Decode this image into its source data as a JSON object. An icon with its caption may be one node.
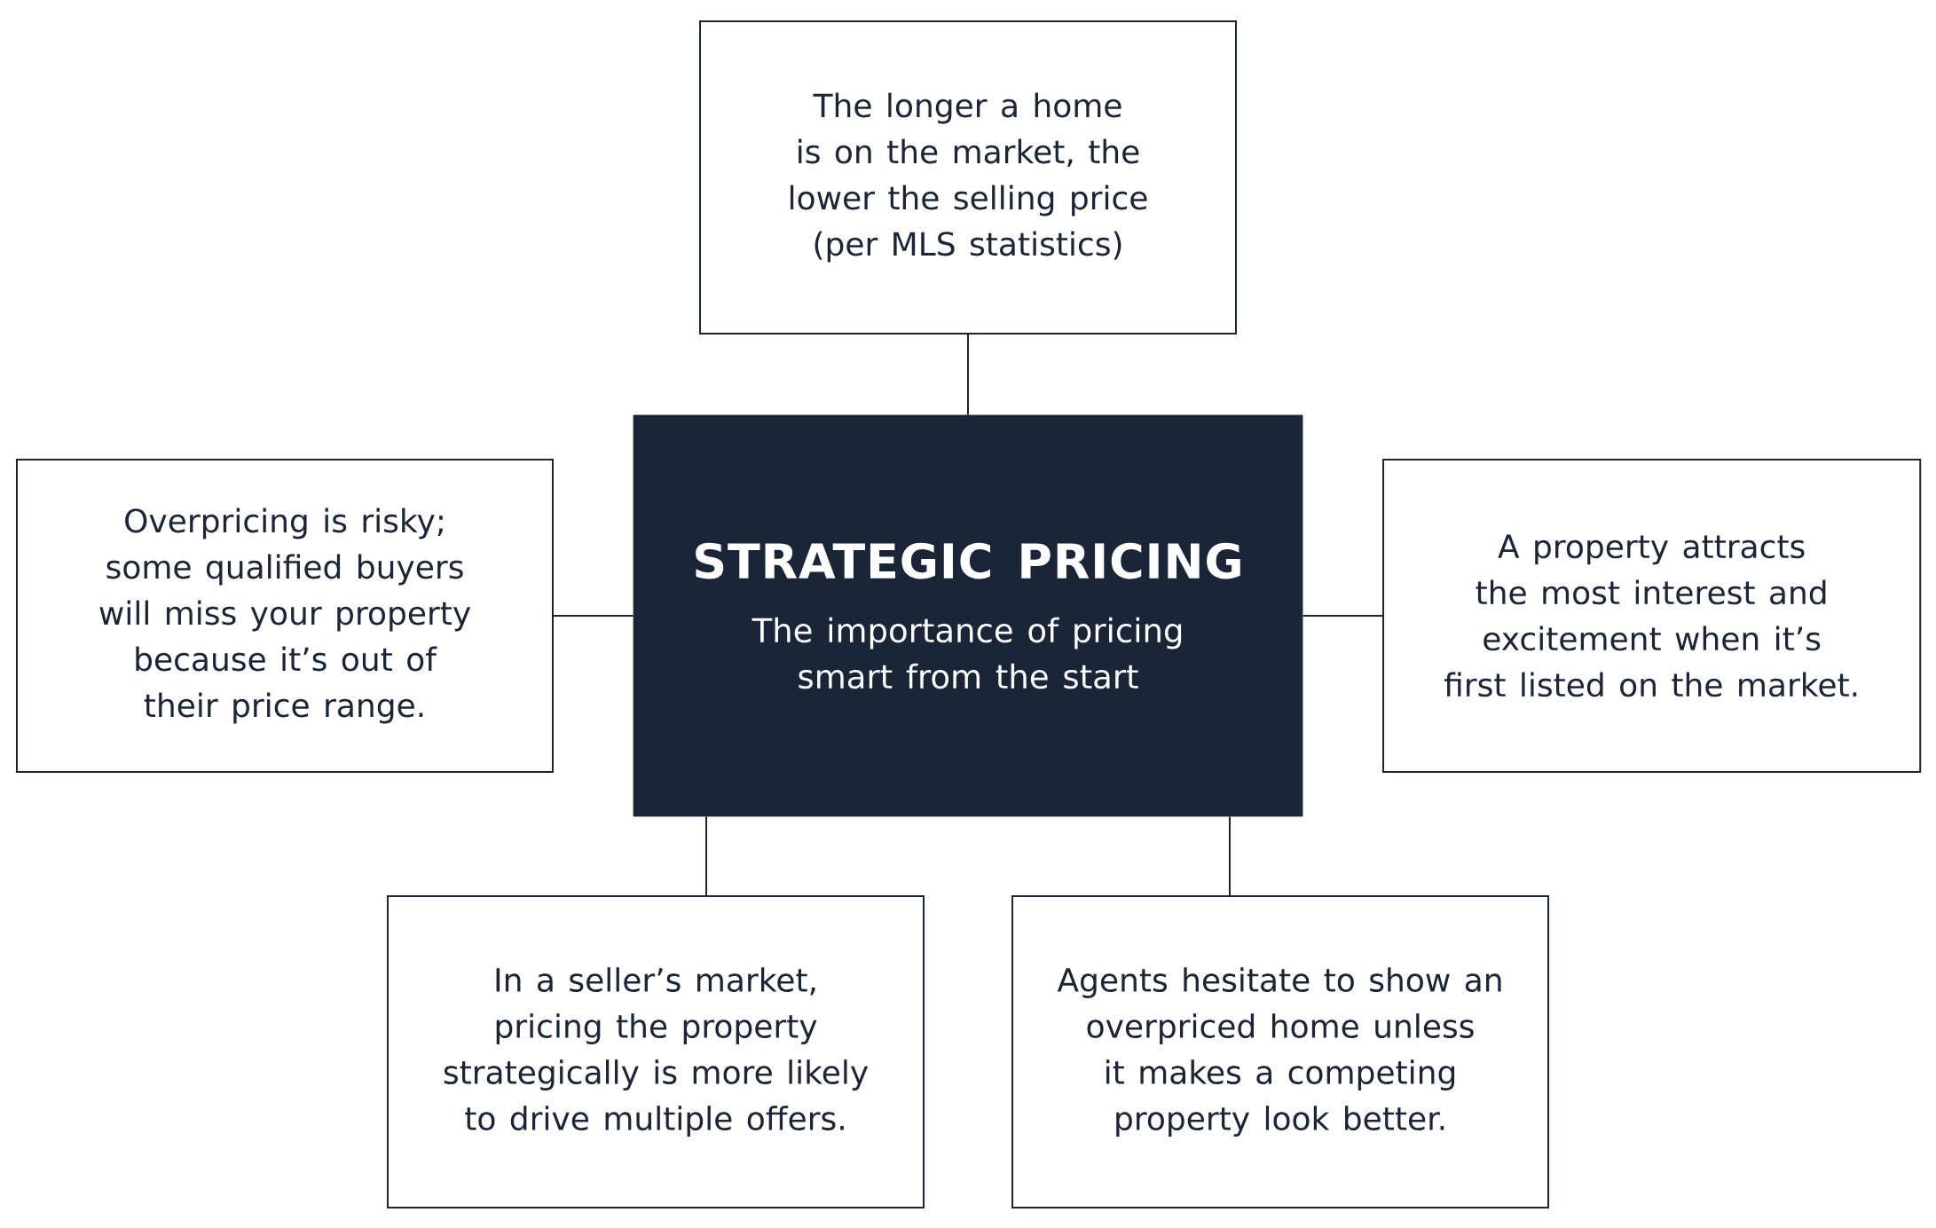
{
  "diagram": {
    "nodes": [
      {
        "text": [
          "STRATEGIC PRICING",
          "The importance of pricing smart from the start"
        ]
      },
      {
        "text": [
          "The longer a home is on the market, the lower the selling price (per MLS statistics)"
        ]
      },
      {
        "text": [
          "Overpricing is risky; some qualified buyers will miss your property because it’s out of their price range."
        ]
      },
      {
        "text": [
          "A property attracts the most interest and excitement when it’s first listed on the market."
        ]
      },
      {
        "text": [
          "In a seller’s market, pricing the property strategically is more likely to drive multiple offers."
        ]
      },
      {
        "text": [
          "Agents hesitate to show an overpriced home unless it makes a competing property look better."
        ]
      }
    ],
    "edges": [
      {
        "from": 0,
        "to": 1,
        "arrow": "none"
      },
      {
        "from": 0,
        "to": 2,
        "arrow": "none"
      },
      {
        "from": 0,
        "to": 3,
        "arrow": "none"
      },
      {
        "from": 0,
        "to": 4,
        "arrow": "none"
      },
      {
        "from": 0,
        "to": 5,
        "arrow": "none"
      }
    ]
  }
}
